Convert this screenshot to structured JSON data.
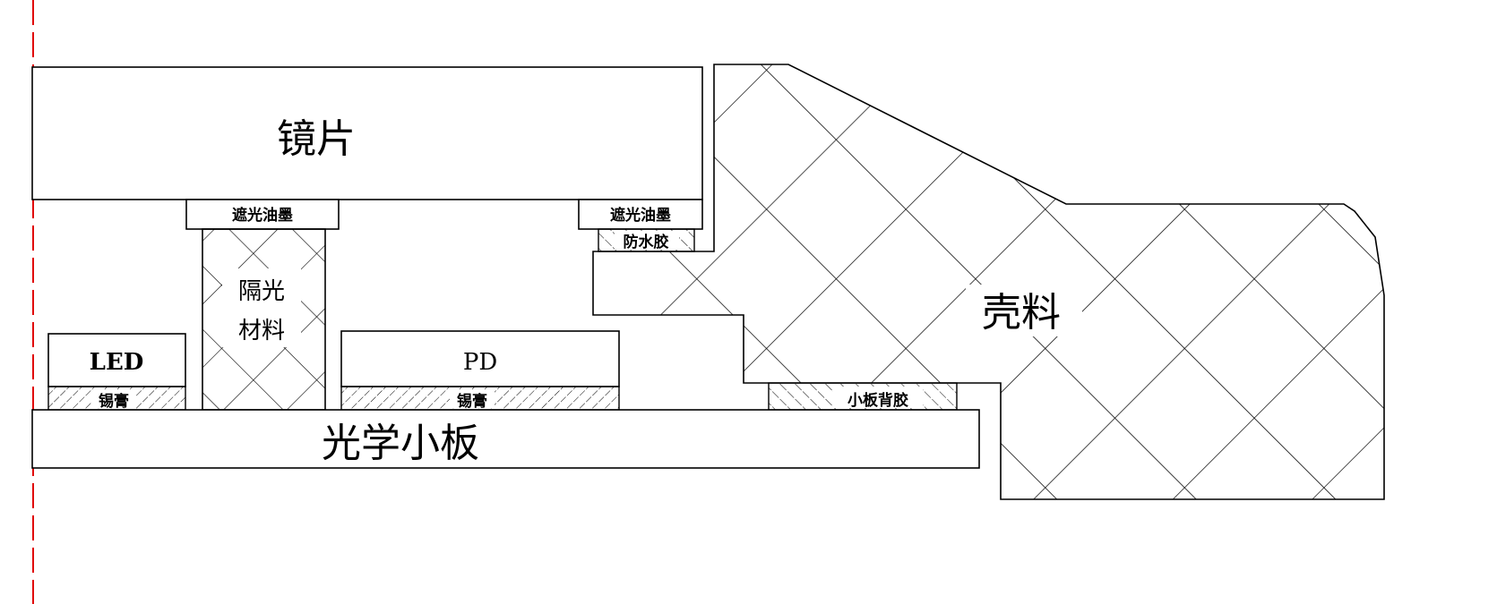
{
  "diagram": {
    "lens": "镜片",
    "ink_left": "遮光油墨",
    "ink_right": "遮光油墨",
    "waterproof_glue": "防水胶",
    "light_barrier_line1": "隔光",
    "light_barrier_line2": "材料",
    "led": "LED",
    "solder_left": "锡膏",
    "pd": "PD",
    "solder_right": "锡膏",
    "board": "光学小板",
    "board_adhesive": "小板背胶",
    "shell": "壳料"
  },
  "colors": {
    "line": "#000000",
    "guide": "#e00000"
  }
}
